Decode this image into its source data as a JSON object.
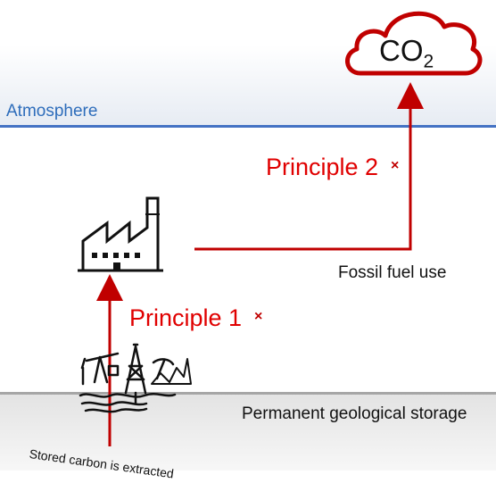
{
  "labels": {
    "atmosphere": "Atmosphere",
    "storage": "Permanent geological storage",
    "fossil_fuel_use": "Fossil fuel use",
    "extracted": "Stored carbon is extracted",
    "principle1": "Principle 1",
    "principle2": "Principle 2",
    "cross_mark": "×",
    "co2_main": "CO",
    "co2_sub": "2"
  },
  "icons": {
    "cloud": "cloud-icon",
    "factory": "factory-icon",
    "extraction": "extraction-icon"
  },
  "colors": {
    "atmosphere_line": "#4472c4",
    "arrow": "#c00000",
    "principle_text": "#e00000",
    "ground_line": "#a6a6a6"
  }
}
